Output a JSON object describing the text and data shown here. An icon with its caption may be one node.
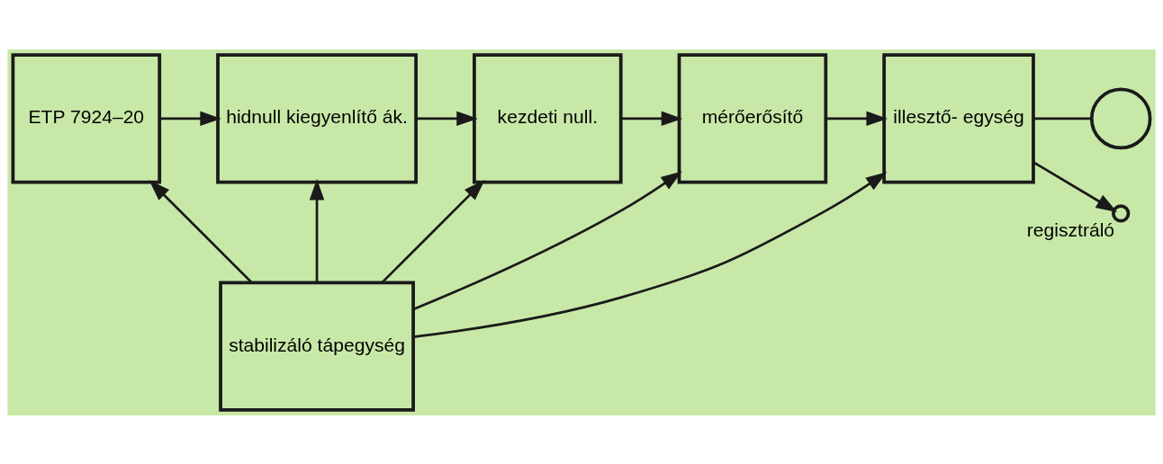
{
  "diagram": {
    "nodes": [
      {
        "text": [
          "ETP 7924–20"
        ]
      },
      {
        "text": [
          "hidnull kiegyenlítő ák."
        ]
      },
      {
        "text": [
          "kezdeti null."
        ]
      },
      {
        "text": [
          "mérőerősítő"
        ]
      },
      {
        "text": [
          "illesztő- egység"
        ]
      },
      {
        "text": [],
        "shape": "circle"
      },
      {
        "text": [
          "stabilizáló tápegység"
        ]
      },
      {
        "text": [],
        "shape": "circle",
        "beside": [
          "regisztráló"
        ]
      }
    ],
    "edges": [
      {
        "from": 0,
        "to": 1,
        "arrow": "to"
      },
      {
        "from": 1,
        "to": 2,
        "arrow": "to"
      },
      {
        "from": 2,
        "to": 3,
        "arrow": "to"
      },
      {
        "from": 3,
        "to": 4,
        "arrow": "to"
      },
      {
        "from": 4,
        "to": 5,
        "arrow": "none"
      },
      {
        "from": 4,
        "to": 7,
        "arrow": "to"
      },
      {
        "from": 6,
        "to": 0,
        "arrow": "to"
      },
      {
        "from": 6,
        "to": 1,
        "arrow": "to"
      },
      {
        "from": 6,
        "to": 2,
        "arrow": "to"
      },
      {
        "from": 6,
        "to": 3,
        "arrow": "to"
      },
      {
        "from": 6,
        "to": 4,
        "arrow": "to"
      }
    ]
  }
}
